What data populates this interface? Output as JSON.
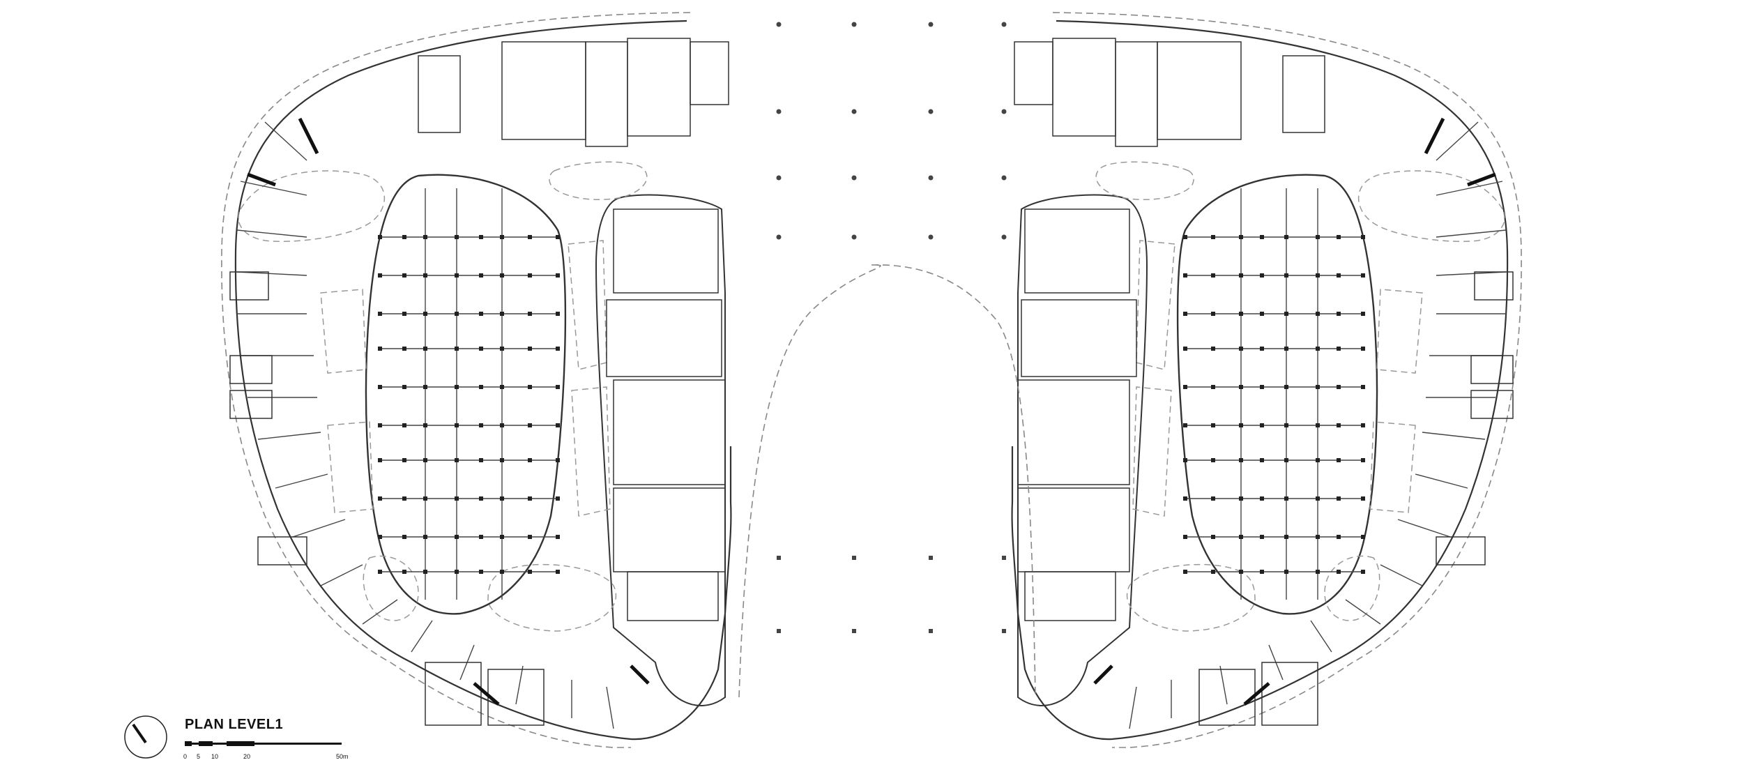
{
  "plan": {
    "title": "PLAN LEVEL1",
    "scale_labels": [
      "0",
      "5",
      "10",
      "20",
      "50m"
    ]
  },
  "colors": {
    "line": "#333333",
    "dashed": "#777777",
    "dark": "#111111"
  }
}
